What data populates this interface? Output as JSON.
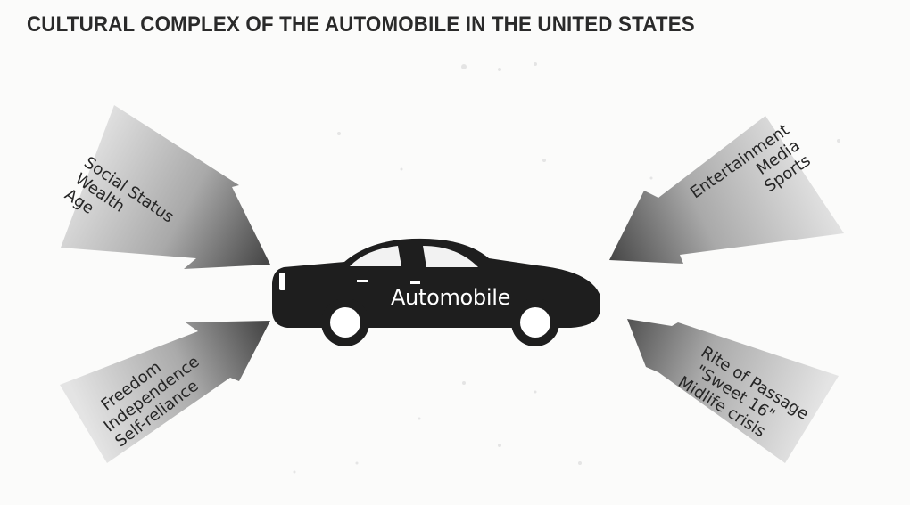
{
  "title": "CULTURAL COMPLEX OF THE AUTOMOBILE IN THE UNITED STATES",
  "center": {
    "label": "Automobile"
  },
  "arrows": {
    "top_left": {
      "lines": [
        "Social Status",
        "Wealth",
        "Age"
      ]
    },
    "top_right": {
      "lines": [
        "Entertainment",
        "Media",
        "Sports"
      ]
    },
    "bottom_left": {
      "lines": [
        "Freedom",
        "Independence",
        "Self-reliance"
      ]
    },
    "bottom_right": {
      "lines": [
        "Rite of Passage",
        "\"Sweet 16\"",
        "Midlife crisis"
      ]
    }
  },
  "colors": {
    "car": "#1e1e1e",
    "arrow_dark": "#4a4a4a",
    "arrow_light": "#e2e2e2",
    "background": "#fbfbfa"
  }
}
